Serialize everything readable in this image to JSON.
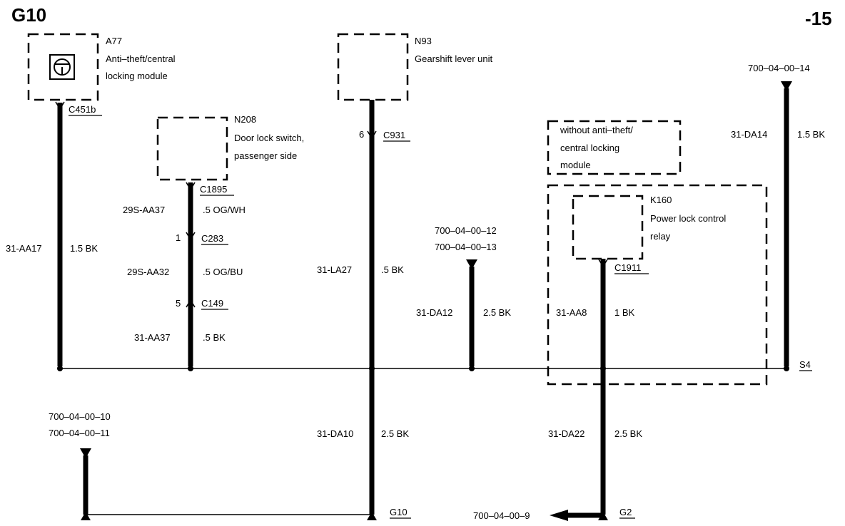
{
  "sheet": {
    "ref": "G10",
    "page": "-15"
  },
  "components": {
    "a77": {
      "id": "A77",
      "line1": "Anti–theft/central",
      "line2": "locking module"
    },
    "n208": {
      "id": "N208",
      "line1": "Door lock switch,",
      "line2": "passenger side"
    },
    "n93": {
      "id": "N93",
      "line1": "Gearshift lever unit"
    },
    "note": {
      "line1": "without anti–theft/",
      "line2": "central locking",
      "line3": "module"
    },
    "k160": {
      "id": "K160",
      "line1": "Power lock control",
      "line2": "relay"
    }
  },
  "connectors": {
    "c451b": "C451b",
    "c1895": "C1895",
    "c283": "C283",
    "c283_pin": "1",
    "c149": "C149",
    "c149_pin": "5",
    "c931": "C931",
    "c931_pin": "6",
    "c1911": "C1911"
  },
  "wires": {
    "aa17": {
      "circuit": "31-AA17",
      "spec": "1.5 BK"
    },
    "aa37a": {
      "circuit": "29S-AA37",
      "spec": ".5 OG/WH"
    },
    "aa32": {
      "circuit": "29S-AA32",
      "spec": ".5 OG/BU"
    },
    "aa37b": {
      "circuit": "31-AA37",
      "spec": ".5 BK"
    },
    "la27": {
      "circuit": "31-LA27",
      "spec": ".5 BK"
    },
    "da12": {
      "circuit": "31-DA12",
      "spec": "2.5 BK"
    },
    "aa8": {
      "circuit": "31-AA8",
      "spec": "1 BK"
    },
    "da14": {
      "circuit": "31-DA14",
      "spec": "1.5 BK"
    },
    "da10": {
      "circuit": "31-DA10",
      "spec": "2.5 BK"
    },
    "da22": {
      "circuit": "31-DA22",
      "spec": "2.5 BK"
    }
  },
  "refs": {
    "r14": "700–04–00–14",
    "r12": "700–04–00–12",
    "r13": "700–04–00–13",
    "r10": "700–04–00–10",
    "r11": "700–04–00–11",
    "r9": "700–04–00–9"
  },
  "splices": {
    "s4": "S4"
  },
  "grounds": {
    "g10": "G10",
    "g2": "G2"
  }
}
